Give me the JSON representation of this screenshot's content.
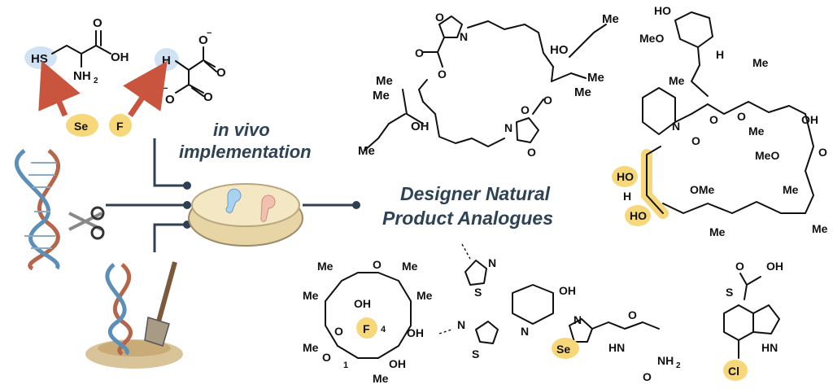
{
  "colors": {
    "highlight": "#f6d77a",
    "blue_highlight": "#cfe3f5",
    "arrow": "#c9553f",
    "connector": "#2f4052",
    "title": "#2e4256"
  },
  "icons": [
    "dna-scissors-icon",
    "dna-shovel-icon",
    "petri-dish-icon"
  ],
  "labels": {
    "implementation_line1": "in vivo",
    "implementation_line2": "implementation",
    "title_line1": "Designer Natural",
    "title_line2": "Product Analogues"
  },
  "substitutions": {
    "se": "Se",
    "f": "F"
  },
  "cysteine": {
    "hs": "HS",
    "nh2": "NH",
    "nh2_sub": "2",
    "oh": "OH",
    "o": "O"
  },
  "malonate": {
    "h": "H",
    "o1": "O",
    "o2": "O",
    "minus": "−"
  },
  "oxazole_macrolide": {
    "me1": "Me",
    "me2": "Me",
    "me3": "Me",
    "me4": "Me",
    "oh1": "HO",
    "oh2": "OH",
    "n1": "N",
    "n2": "N",
    "o_ring1": "O",
    "o_ring2": "O",
    "o_c1": "O",
    "o_c2": "O",
    "o_e1": "O",
    "o_e2": "O"
  },
  "rapamycin": {
    "ho": "HO",
    "meo": "MeO",
    "h": "H",
    "me_list": [
      "Me",
      "Me",
      "Me",
      "Me",
      "Me",
      "Me"
    ],
    "n": "N",
    "o1": "O",
    "o2": "O",
    "o3": "O",
    "o4": "O",
    "oh": "OH",
    "meo2": "MeO",
    "ome": "OMe",
    "ho2": "HO",
    "ho3": "HO",
    "h2": "H"
  },
  "erythro": {
    "o": "O",
    "me1": "Me",
    "me2": "Me",
    "me3": "Me",
    "me4": "Me",
    "oh1": "OH",
    "oh2": "OH",
    "oh3": "OH",
    "f": "F",
    "o_ring": "O",
    "o_c": "O",
    "num1": "1",
    "num4": "4"
  },
  "thiopeptide": {
    "s1": "S",
    "s2": "S",
    "n1": "N",
    "n2": "N",
    "n3": "N",
    "n4": "N",
    "oh": "OH",
    "se": "Se",
    "o1": "O",
    "o2": "O",
    "hn": "HN",
    "nh2": "NH",
    "nh2_sub": "2"
  },
  "indole": {
    "o": "O",
    "oh": "OH",
    "s": "S",
    "hn": "HN",
    "cl": "Cl"
  }
}
